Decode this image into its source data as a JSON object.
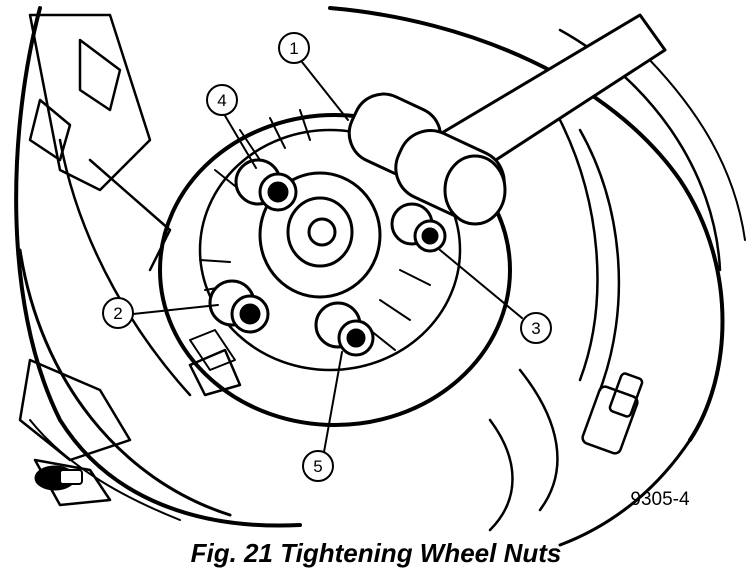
{
  "figure": {
    "caption": "Fig. 21 Tightening Wheel Nuts",
    "code": "9305-4",
    "callouts": [
      {
        "label": "1",
        "target": "hub-cap-tool"
      },
      {
        "label": "2",
        "target": "lug-nut-2"
      },
      {
        "label": "3",
        "target": "lug-nut-3"
      },
      {
        "label": "4",
        "target": "lug-nut-4"
      },
      {
        "label": "5",
        "target": "lug-nut-5"
      }
    ]
  }
}
